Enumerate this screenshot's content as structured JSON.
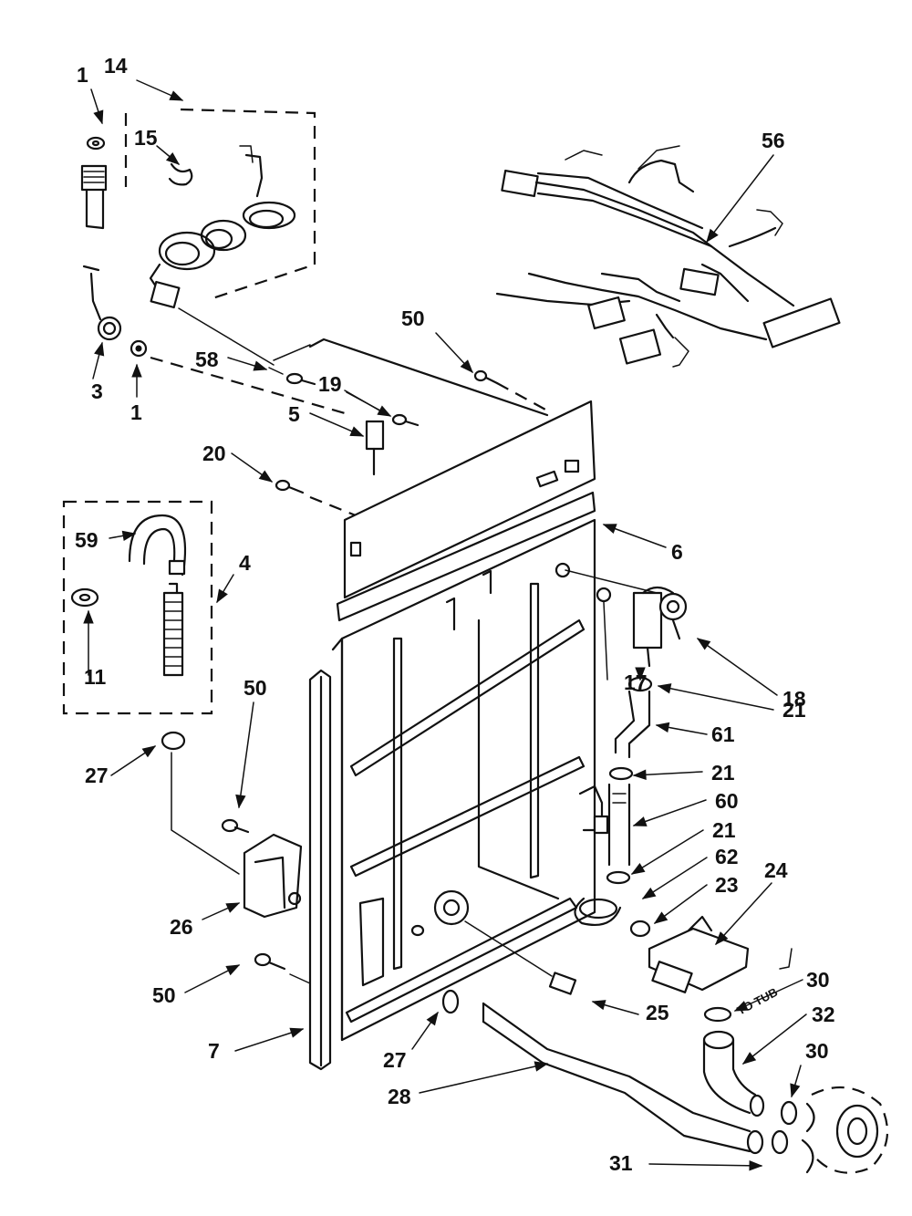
{
  "labels": [
    {
      "id": "l1a",
      "text": "1"
    },
    {
      "id": "l14",
      "text": "14"
    },
    {
      "id": "l15",
      "text": "15"
    },
    {
      "id": "l3",
      "text": "3"
    },
    {
      "id": "l1b",
      "text": "1"
    },
    {
      "id": "l56",
      "text": "56"
    },
    {
      "id": "l50a",
      "text": "50"
    },
    {
      "id": "l58",
      "text": "58"
    },
    {
      "id": "l19",
      "text": "19"
    },
    {
      "id": "l5",
      "text": "5"
    },
    {
      "id": "l20",
      "text": "20"
    },
    {
      "id": "l59",
      "text": "59"
    },
    {
      "id": "l4",
      "text": "4"
    },
    {
      "id": "l11",
      "text": "11"
    },
    {
      "id": "l6",
      "text": "6"
    },
    {
      "id": "l18",
      "text": "18"
    },
    {
      "id": "l17",
      "text": "17"
    },
    {
      "id": "l21a",
      "text": "21"
    },
    {
      "id": "l61",
      "text": "61"
    },
    {
      "id": "l21b",
      "text": "21"
    },
    {
      "id": "l60",
      "text": "60"
    },
    {
      "id": "l21c",
      "text": "21"
    },
    {
      "id": "l62",
      "text": "62"
    },
    {
      "id": "l23",
      "text": "23"
    },
    {
      "id": "l24",
      "text": "24"
    },
    {
      "id": "l50b",
      "text": "50"
    },
    {
      "id": "l27a",
      "text": "27"
    },
    {
      "id": "l26",
      "text": "26"
    },
    {
      "id": "l50c",
      "text": "50"
    },
    {
      "id": "l7",
      "text": "7"
    },
    {
      "id": "l27b",
      "text": "27"
    },
    {
      "id": "l25",
      "text": "25"
    },
    {
      "id": "l28",
      "text": "28"
    },
    {
      "id": "l30a",
      "text": "30"
    },
    {
      "id": "l32",
      "text": "32"
    },
    {
      "id": "l30b",
      "text": "30"
    },
    {
      "id": "l31",
      "text": "31"
    }
  ],
  "stamp_text": "TO TUB"
}
